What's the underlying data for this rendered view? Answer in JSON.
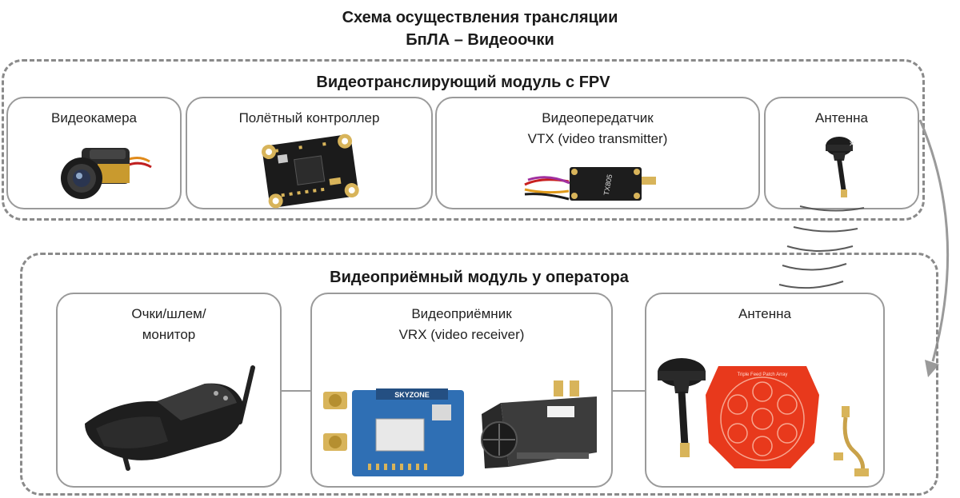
{
  "title": {
    "line1": "Схема осуществления трансляции",
    "line2": "БпЛА – Видеоочки"
  },
  "transmit_module": {
    "title": "Видеотранслирующий модуль с FPV",
    "cards": [
      {
        "label1": "Видеокамера"
      },
      {
        "label1": "Полётный контроллер"
      },
      {
        "label1": "Видеопередатчик",
        "label2": "VTX (video transmitter)",
        "chip_text": "TX805"
      },
      {
        "label1": "Антенна"
      }
    ]
  },
  "receive_module": {
    "title": "Видеоприёмный модуль у оператора",
    "cards": [
      {
        "label1": "Очки/шлем/",
        "label2": "монитор"
      },
      {
        "label1": "Видеоприёмник",
        "label2": "VRX (video receiver)",
        "board_text": "SKYZONE"
      },
      {
        "label1": "Антенна",
        "patch_text": "Triple Feed Patch Array"
      }
    ]
  },
  "colors": {
    "dashed_border": "#8a8a8a",
    "card_border": "#9a9a9a",
    "patch_antenna": "#e8391c",
    "receiver_board": "#2f6fb4"
  }
}
